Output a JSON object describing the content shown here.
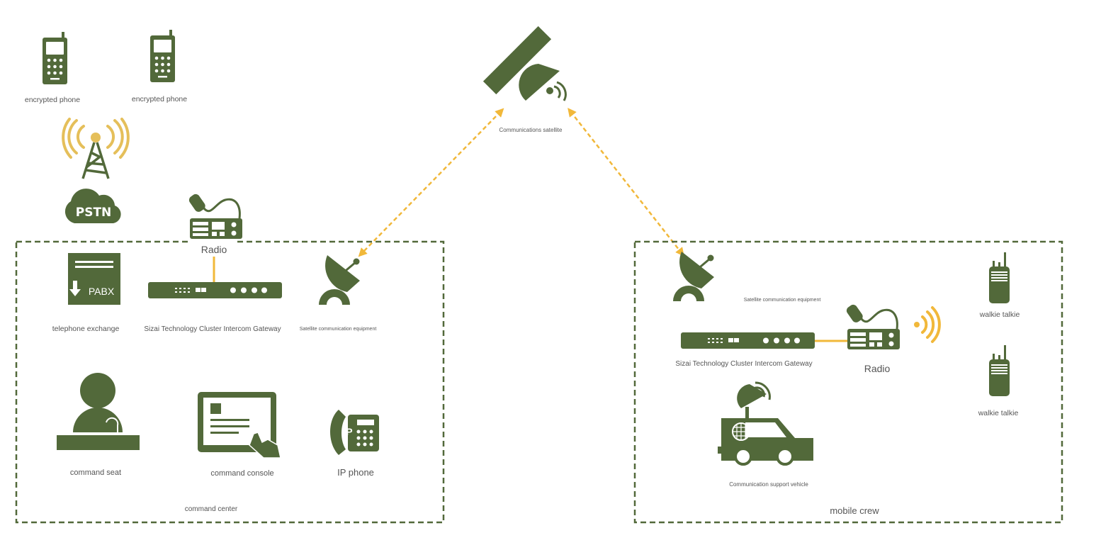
{
  "colors": {
    "primary": "#52693a",
    "accent": "#f1b83a",
    "text": "#555555"
  },
  "satellite": {
    "label": "Communications satellite",
    "icon": "satellite-icon"
  },
  "external": {
    "phones": [
      {
        "label": "encrypted phone"
      },
      {
        "label": "encrypted phone"
      }
    ],
    "tower": {
      "icon": "cell-tower-icon"
    },
    "pstn": {
      "label": "PSTN"
    },
    "radio": {
      "label": "Radio"
    }
  },
  "command_center": {
    "title": "command center",
    "pabx": {
      "label": "telephone exchange",
      "badge": "PABX"
    },
    "gateway": {
      "label": "Sizai Technology Cluster Intercom Gateway"
    },
    "satellite_equipment": {
      "label": "Satellite communication equipment"
    },
    "command_seat": {
      "label": "command seat"
    },
    "command_console": {
      "label": "command console"
    },
    "ip_phone": {
      "label": "IP phone",
      "badge": "IP"
    }
  },
  "mobile_crew": {
    "title": "mobile crew",
    "satellite_equipment": {
      "label": "Satellite communication equipment"
    },
    "gateway": {
      "label": "Sizai Technology Cluster Intercom Gateway"
    },
    "radio": {
      "label": "Radio"
    },
    "walkie_talkies": [
      {
        "label": "walkie talkie"
      },
      {
        "label": "walkie talkie"
      }
    ],
    "vehicle": {
      "label": "Communication support vehicle"
    }
  }
}
